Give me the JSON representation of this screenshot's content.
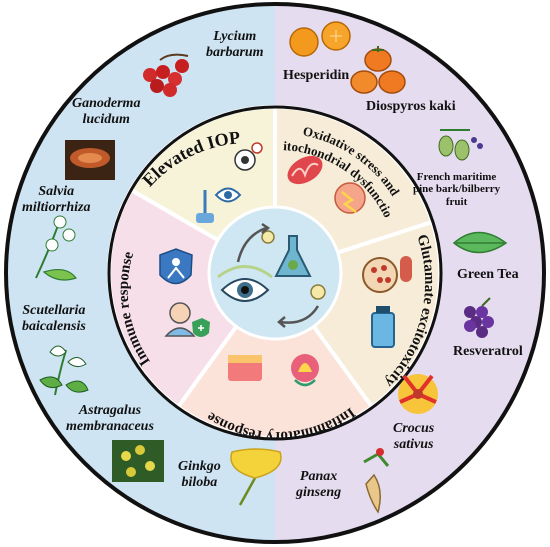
{
  "colors": {
    "left_bg": "#cfe4f3",
    "right_bg": "#e6dcef",
    "border": "#111111",
    "mid_top": "#f7f3d9",
    "mid_right": "#f6ecd7",
    "mid_bottom": "#fbe3da",
    "mid_left": "#f6dfe9",
    "center": "#cfe7f2"
  },
  "center": {
    "icon": "eye-drug-cycle-icon"
  },
  "mechanisms": [
    {
      "key": "elevated_iop",
      "label": "Elevated IOP",
      "icon": "eye-pressure-icon"
    },
    {
      "key": "oxidative",
      "label_line1": "Oxidative stress and",
      "label_line2": "mitochondrial dysfunction",
      "icon": "mitochondria-icon"
    },
    {
      "key": "glutamate",
      "label": "Glutamate excitotoxicity",
      "icon": "neuron-synapse-icon"
    },
    {
      "key": "inflammatory",
      "label": "Inflammatory response",
      "icon": "inflamed-tissue-icon"
    },
    {
      "key": "immune",
      "label": "Immune response",
      "icon": "immune-shield-icon"
    }
  ],
  "herbs_left": [
    {
      "line1": "Lycium",
      "line2": "barbarum",
      "icon": "goji-berry-icon"
    },
    {
      "line1": "Ganoderma",
      "line2": "lucidum",
      "icon": "mushroom-icon"
    },
    {
      "line1": "Salvia",
      "line2": "miltiorrhiza",
      "icon": "salvia-flower-icon"
    },
    {
      "line1": "Scutellaria",
      "line2": "baicalensis",
      "icon": "scutellaria-flower-icon"
    },
    {
      "line1": "Astragalus",
      "line2": "membranaceus",
      "icon": "astragalus-plant-icon"
    },
    {
      "line1": "Ginkgo",
      "line2": "biloba",
      "icon": "ginkgo-leaf-icon"
    }
  ],
  "herbs_right": [
    {
      "label": "Hesperidin",
      "icon": "orange-icon"
    },
    {
      "label": "Diospyros kaki",
      "icon": "persimmon-icon"
    },
    {
      "line1": "French maritime",
      "line2": "pine bark/bilberry",
      "line3": "fruit",
      "icon": "pine-cone-icon"
    },
    {
      "label": "Green Tea",
      "icon": "tea-leaf-icon"
    },
    {
      "label": "Resveratrol",
      "icon": "grape-icon"
    },
    {
      "line1": "Crocus",
      "line2": "sativus",
      "icon": "crocus-flower-icon"
    },
    {
      "line1": "Panax",
      "line2": "ginseng",
      "icon": "ginseng-root-icon"
    }
  ]
}
